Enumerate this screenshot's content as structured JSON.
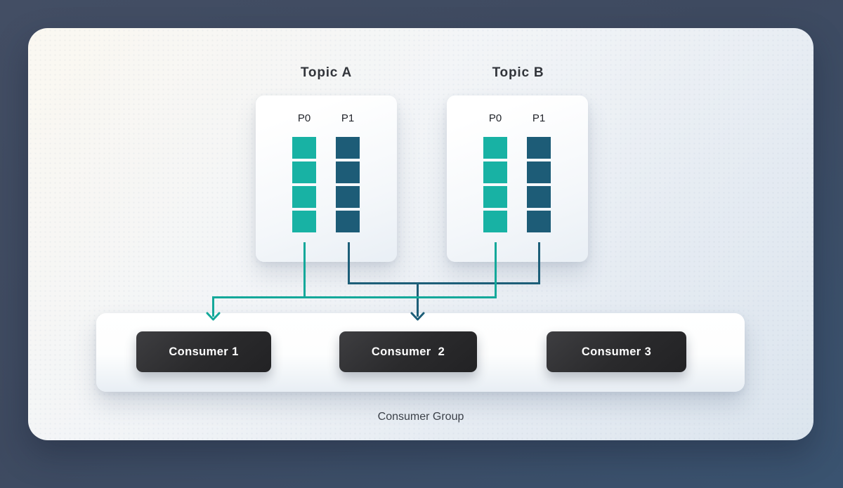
{
  "colors": {
    "teal": "#18B2A4",
    "dark_teal": "#1D5C77",
    "teal_line": "#14A89A",
    "dark_line": "#1D5E78",
    "background": "#3E4F68",
    "consumer_button": "#2B2B2D"
  },
  "topics": [
    {
      "title": "Topic A",
      "partitions": [
        {
          "label": "P0"
        },
        {
          "label": "P1"
        }
      ]
    },
    {
      "title": "Topic B",
      "partitions": [
        {
          "label": "P0"
        },
        {
          "label": "P1"
        }
      ]
    }
  ],
  "messages_per_partition": 4,
  "consumer_group": {
    "label": "Consumer Group",
    "consumers": [
      {
        "label": "Consumer 1"
      },
      {
        "label": "Consumer  2"
      },
      {
        "label": "Consumer 3"
      }
    ]
  },
  "connections": [
    {
      "from": "Topic A / P0",
      "to": "Consumer 1",
      "color": "teal"
    },
    {
      "from": "Topic B / P0",
      "to": "Consumer 1",
      "color": "teal"
    },
    {
      "from": "Topic A / P1",
      "to": "Consumer  2",
      "color": "dark_teal"
    },
    {
      "from": "Topic B / P1",
      "to": "Consumer  2",
      "color": "dark_teal"
    }
  ]
}
